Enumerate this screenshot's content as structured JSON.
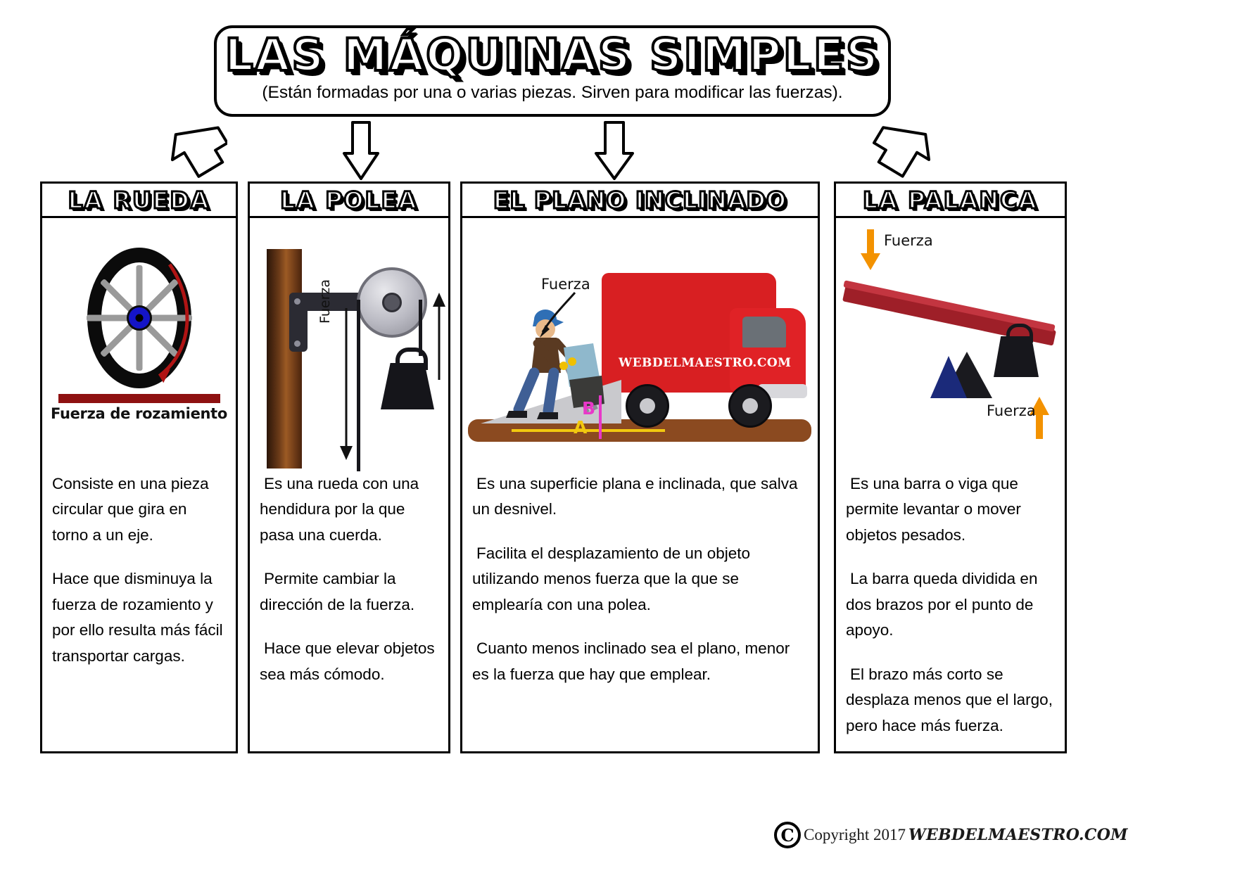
{
  "header": {
    "title": "LAS MÁQUINAS SIMPLES",
    "subtitle": "(Están formadas por una o varias piezas. Sirven para modificar las fuerzas)."
  },
  "columns": [
    {
      "id": "rueda",
      "title": "LA RUEDA",
      "figure": {
        "caption": "Fuerza de rozamiento",
        "colors": {
          "tire": "#0b0b0b",
          "spokes": "#9a9a9a",
          "hub": "#1414c8",
          "ground": "#8e1111",
          "arrow": "#b01414"
        }
      },
      "paragraphs": [
        "Consiste en una pieza circular que gira en torno a un eje.",
        "Hace que disminuya la fuerza de rozamiento y por ello resulta más fácil transportar cargas."
      ]
    },
    {
      "id": "polea",
      "title": "LA POLEA",
      "figure": {
        "force_label": "Fuerza",
        "colors": {
          "post": "#6b3a18",
          "bracket": "#2b2b33",
          "wheel": "#b9b9c2",
          "weight": "#15151a"
        }
      },
      "paragraphs": [
        "Es una rueda con una hendidura por la que pasa una cuerda.",
        "Permite cambiar la dirección de la fuerza.",
        "Hace que elevar objetos sea más cómodo."
      ]
    },
    {
      "id": "plano",
      "title": "EL PLANO INCLINADO",
      "figure": {
        "force_label": "Fuerza",
        "dimension_a": "A",
        "dimension_b": "B",
        "watermark": "WEBDELMAESTRO.COM",
        "colors": {
          "truck": "#d81f22",
          "ground": "#8b4a20",
          "ramp": "#c9c9cd",
          "dim_a": "#f2c80f",
          "dim_b": "#e838c8"
        }
      },
      "paragraphs": [
        "Es una superficie plana e inclinada, que salva un desnivel.",
        "Facilita el desplazamiento de un objeto utilizando  menos fuerza que la que se emplearía  con una polea.",
        "Cuanto menos inclinado sea el plano, menor es la fuerza que hay que emplear."
      ]
    },
    {
      "id": "palanca",
      "title": "LA PALANCA",
      "figure": {
        "force_label_top": "Fuerza",
        "force_label_bottom": "Fuerza",
        "colors": {
          "bar": "#9e1f28",
          "bar_top": "#c33540",
          "fulcrum": "#1a1a1f",
          "fulcrum_blue": "#1b2a7a",
          "arrow": "#f39200"
        }
      },
      "paragraphs": [
        "Es una barra o viga que permite levantar o mover objetos pesados.",
        "La barra queda dividida en dos brazos por el punto de apoyo.",
        "El brazo más corto se desplaza menos que el largo, pero hace más fuerza."
      ]
    }
  ],
  "footer": {
    "copyright_symbol": "C",
    "copyright_text": "Copyright 2017",
    "brand": "WEBDELMAESTRO.COM"
  }
}
